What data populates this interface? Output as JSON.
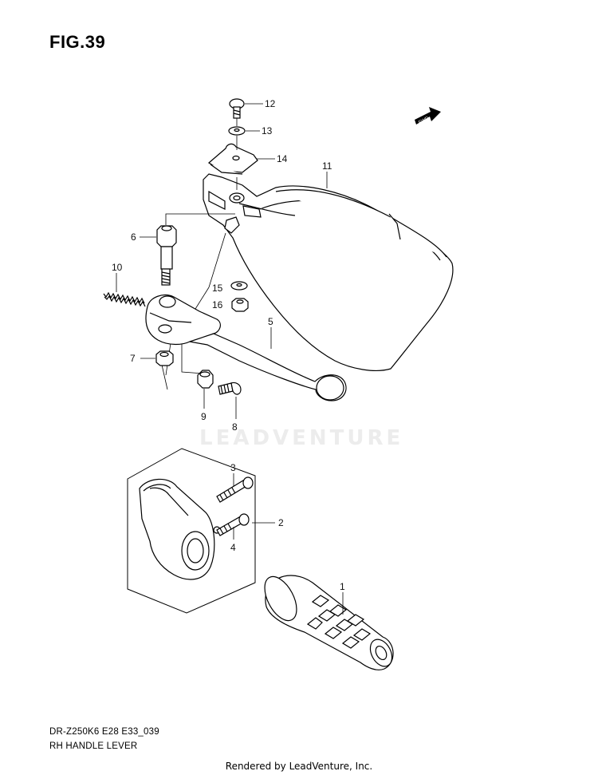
{
  "figure": {
    "title": "FIG.39"
  },
  "watermark": {
    "text": "LEADVENTURE"
  },
  "footer": {
    "model_code": "DR-Z250K6 E28 E33_039",
    "part_name": "RH HANDLE LEVER",
    "rendered_by": "Rendered by LeadVenture, Inc."
  },
  "fwd_badge": {
    "text": "FWD"
  },
  "callouts": {
    "c1": "1",
    "c2": "2",
    "c3": "3",
    "c4": "4",
    "c5": "5",
    "c6": "6",
    "c7": "7",
    "c8": "8",
    "c9": "9",
    "c10": "10",
    "c11": "11",
    "c12": "12",
    "c13": "13",
    "c14": "14",
    "c15": "15",
    "c16": "16"
  }
}
